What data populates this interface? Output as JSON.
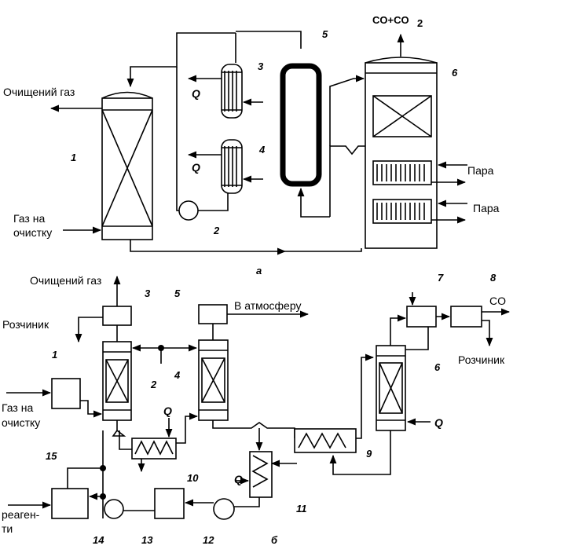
{
  "top": {
    "title_letter": "а",
    "outlet_gas": "CO+CO",
    "outlet_gas_sub": "2",
    "purified_gas": "Очищений газ",
    "gas_to_cleaning_1": "Газ на",
    "gas_to_cleaning_2": "очистку",
    "steam_1": "Пара",
    "steam_2": "Пара",
    "q_3": "Q",
    "q_4": "Q",
    "labels": [
      "1",
      "2",
      "3",
      "4",
      "5",
      "6"
    ]
  },
  "bottom": {
    "title_letter": "б",
    "purified_gas": "Очищений газ",
    "solvent_left": "Розчиник",
    "solvent_right": "Розчиник",
    "atmosphere": "В атмосферу",
    "co": "CO",
    "gas_to_cleaning_1": "Газ на",
    "gas_to_cleaning_2": "очистку",
    "reagents_1": "реаген-",
    "reagents_2": "ти",
    "q_10": "Q",
    "q_11": "Q",
    "q_6": "Q",
    "labels": [
      "1",
      "2",
      "3",
      "4",
      "5",
      "6",
      "7",
      "8",
      "9",
      "10",
      "11",
      "12",
      "13",
      "14",
      "15"
    ]
  }
}
